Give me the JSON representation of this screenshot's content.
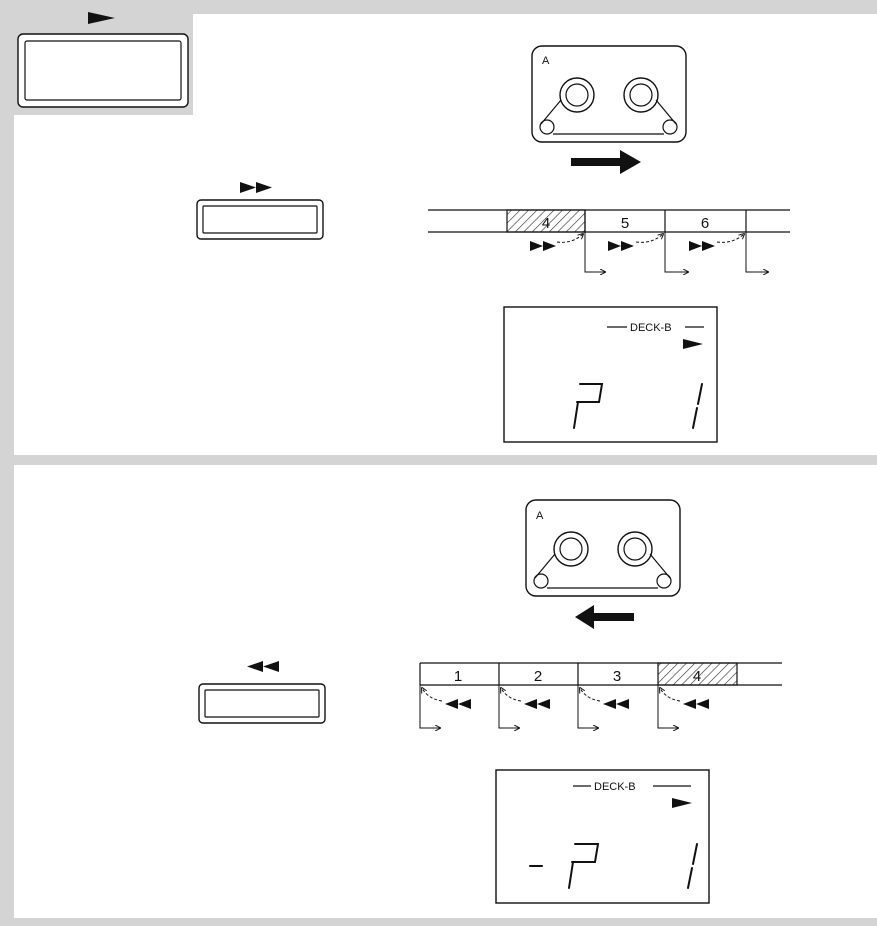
{
  "panel_top": {
    "cassette_label": "A",
    "tape_segments": [
      {
        "label": "4",
        "highlighted": true
      },
      {
        "label": "5",
        "highlighted": false
      },
      {
        "label": "6",
        "highlighted": false
      }
    ],
    "display": {
      "deck_label": "DECK-B",
      "play_icon": "play-icon",
      "readout": [
        "P",
        "1"
      ]
    },
    "button_icon": "fast-forward-icon"
  },
  "panel_bottom": {
    "cassette_label": "A",
    "tape_segments": [
      {
        "label": "1",
        "highlighted": false
      },
      {
        "label": "2",
        "highlighted": false
      },
      {
        "label": "3",
        "highlighted": false
      },
      {
        "label": "4",
        "highlighted": true
      }
    ],
    "display": {
      "deck_label": "DECK-B",
      "play_icon": "play-icon",
      "readout": [
        "-",
        "P",
        "1"
      ]
    },
    "button_icon": "rewind-icon"
  },
  "colors": {
    "panel_border": "#d4d4d4",
    "ink": "#111111"
  }
}
